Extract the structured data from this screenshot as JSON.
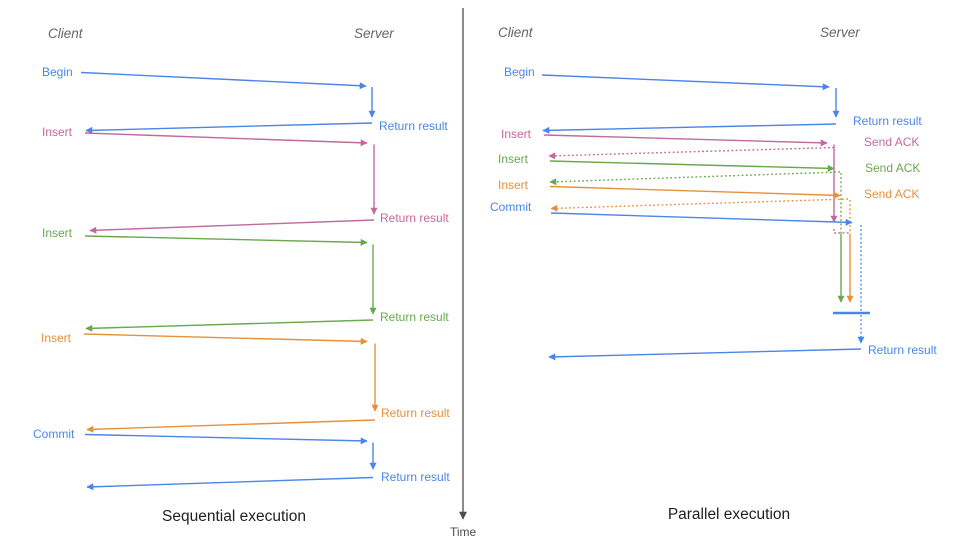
{
  "colors": {
    "blue": "#4a86e8",
    "pink": "#c2699e",
    "green": "#6aa84f",
    "orange": "#e69138",
    "axis": "#4d4d4d",
    "header": "#666666",
    "title": "#212121"
  },
  "time_axis": {
    "label": "Time"
  },
  "diagrams": [
    {
      "title": "Sequential execution",
      "client_header": "Client",
      "server_header": "Server",
      "messages": [
        {
          "label": "Begin",
          "color": "blue",
          "response": "Return result"
        },
        {
          "label": "Insert",
          "color": "pink",
          "response": "Return result"
        },
        {
          "label": "Insert",
          "color": "green",
          "response": "Return result"
        },
        {
          "label": "Insert",
          "color": "orange",
          "response": "Return result"
        },
        {
          "label": "Commit",
          "color": "blue",
          "response": "Return result"
        }
      ]
    },
    {
      "title": "Parallel execution",
      "client_header": "Client",
      "server_header": "Server",
      "messages": [
        {
          "label": "Begin",
          "color": "blue",
          "response": "Return result"
        },
        {
          "label": "Insert",
          "color": "pink",
          "response": "Send ACK"
        },
        {
          "label": "Insert",
          "color": "green",
          "response": "Send ACK"
        },
        {
          "label": "Insert",
          "color": "orange",
          "response": "Send ACK"
        },
        {
          "label": "Commit",
          "color": "blue",
          "response": "Return result"
        }
      ]
    }
  ]
}
